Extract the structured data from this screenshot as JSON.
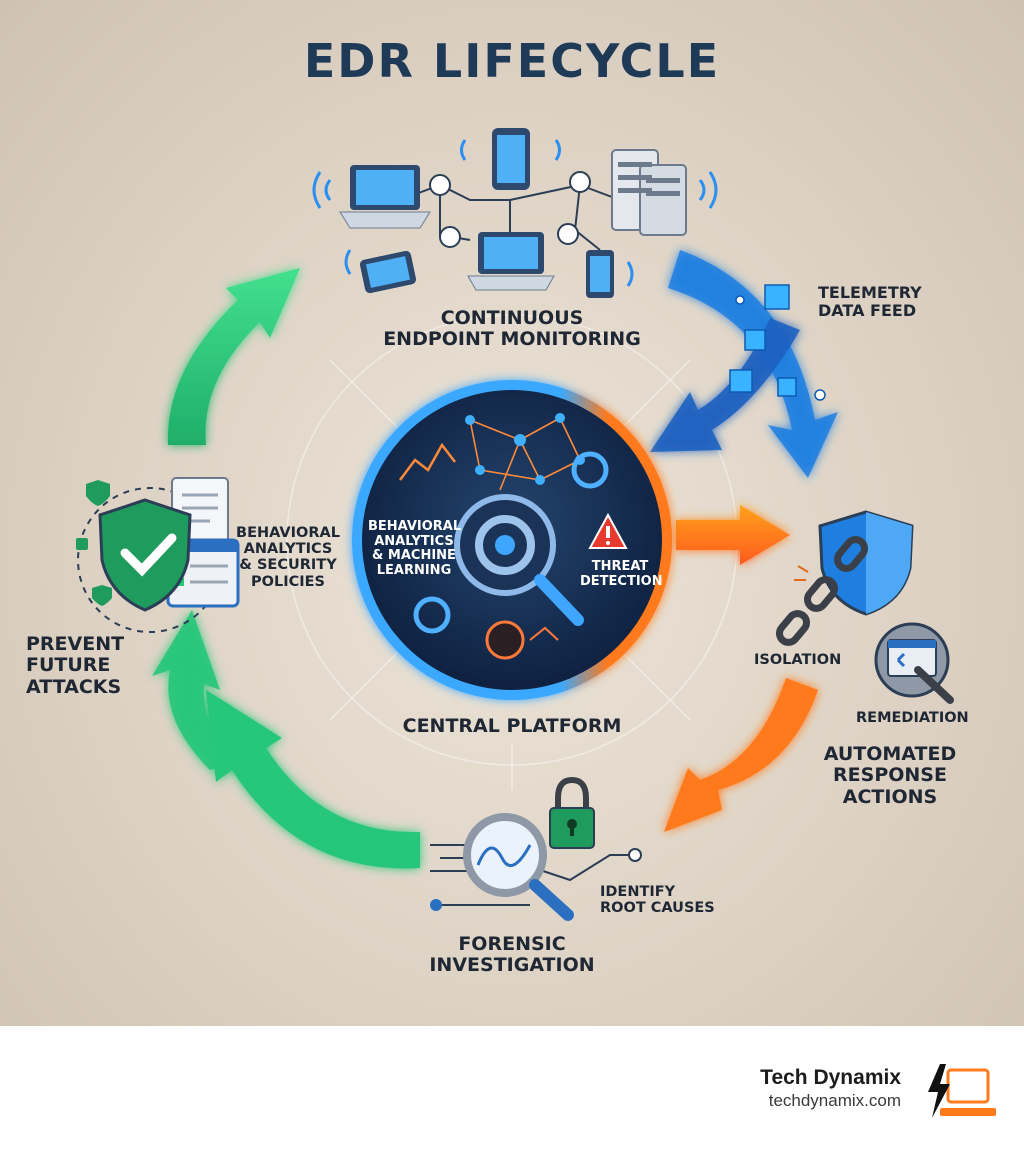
{
  "title": "EDR LIFECYCLE",
  "stages": {
    "monitoring": [
      "CONTINUOUS",
      "ENDPOINT MONITORING"
    ],
    "telemetry": [
      "TELEMETRY",
      "DATA FEED"
    ],
    "platform_analytics": [
      "BEHAVIORAL",
      "ANALYTICS",
      "& MACHINE",
      "LEARNING"
    ],
    "threat_detection": [
      "THREAT",
      "DETECTION"
    ],
    "central_platform": "CENTRAL PLATFORM",
    "isolation": "ISOLATION",
    "remediation": "REMEDIATION",
    "automated_response": [
      "AUTOMATED",
      "RESPONSE",
      "ACTIONS"
    ],
    "root_causes": [
      "IDENTIFY",
      "ROOT CAUSES"
    ],
    "forensic": [
      "FORENSIC",
      "INVESTIGATION"
    ],
    "prevent": [
      "PREVENT",
      "FUTURE",
      "ATTACKS"
    ],
    "policies": [
      "BEHAVIORAL",
      "ANALYTICS",
      "& SECURITY",
      "POLICIES"
    ]
  },
  "icons": {
    "devices": "network-devices-icon",
    "cubes": "data-cubes-icon",
    "neural": "neural-network-icon",
    "gear": "gear-magnifier-icon",
    "warning": "warning-icon",
    "shield": "shield-check-icon",
    "chain": "broken-chain-icon",
    "wrench": "wrench-gear-icon",
    "lock": "padlock-icon",
    "magnifier": "magnifier-icon",
    "lightning": "lightning-laptop-icon"
  },
  "colors": {
    "title": "#1f3a57",
    "green_arrow": "#27c77a",
    "blue_arrow": "#1f7fe0",
    "orange_arrow": "#ff7a1a",
    "hub": "#14284a"
  },
  "footer": {
    "brand": "Tech Dynamix",
    "url": "techdynamix.com"
  }
}
